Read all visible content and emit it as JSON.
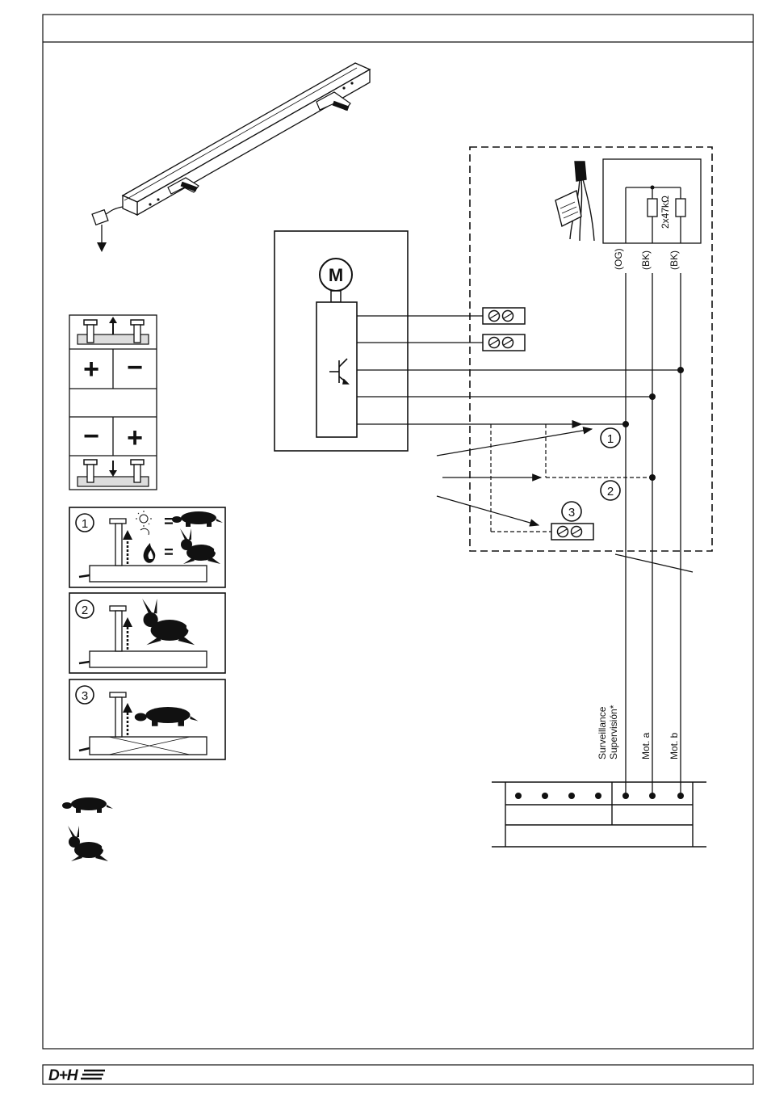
{
  "diagram": {
    "motor_label": "M",
    "resistor_label": "2x47kΩ",
    "wire_colors": [
      "(OG)",
      "(BK)",
      "(BK)"
    ],
    "callouts": [
      "1",
      "2",
      "3"
    ],
    "panel_numbers": [
      "1",
      "2",
      "3"
    ],
    "signal_labels": {
      "supervision_line1": "Surveillance",
      "supervision_line2": "Supervisión*",
      "mot_a": "Mot. a",
      "mot_b": "Mot. b"
    },
    "symbols": {
      "plus": "+",
      "minus": "−",
      "equals": "="
    }
  },
  "footer": {
    "logo_text": "D+H"
  },
  "icons": [
    "actuator-illustration",
    "motor-icon",
    "transistor-icon",
    "terminal-block-icon",
    "tortoise-icon",
    "hare-icon",
    "sun-icon",
    "fire-icon",
    "sensor-cable-icon"
  ]
}
